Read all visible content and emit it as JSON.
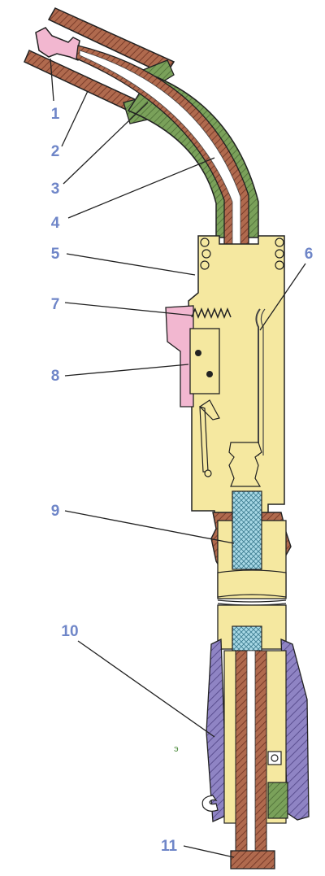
{
  "colors": {
    "copper": "#b06a4e",
    "copper_dark": "#7a3c2a",
    "green_insulator": "#7aa15a",
    "yellow_body": "#f5e8a0",
    "yellow_outline": "#3a3a20",
    "pink_trigger": "#f2b7d0",
    "cyan_liner": "#a9d9e6",
    "purple_handle": "#8f84c4",
    "label_blue": "#6f86c8",
    "stray_green": "#4a8a3a",
    "outline": "#222222"
  },
  "callouts": [
    {
      "id": "1",
      "text": "1"
    },
    {
      "id": "2",
      "text": "2"
    },
    {
      "id": "3",
      "text": "3"
    },
    {
      "id": "4",
      "text": "4"
    },
    {
      "id": "5",
      "text": "5"
    },
    {
      "id": "6",
      "text": "6"
    },
    {
      "id": "7",
      "text": "7"
    },
    {
      "id": "8",
      "text": "8"
    },
    {
      "id": "9",
      "text": "9"
    },
    {
      "id": "10",
      "text": "10"
    },
    {
      "id": "11",
      "text": "11"
    }
  ],
  "stray_mark": "э"
}
